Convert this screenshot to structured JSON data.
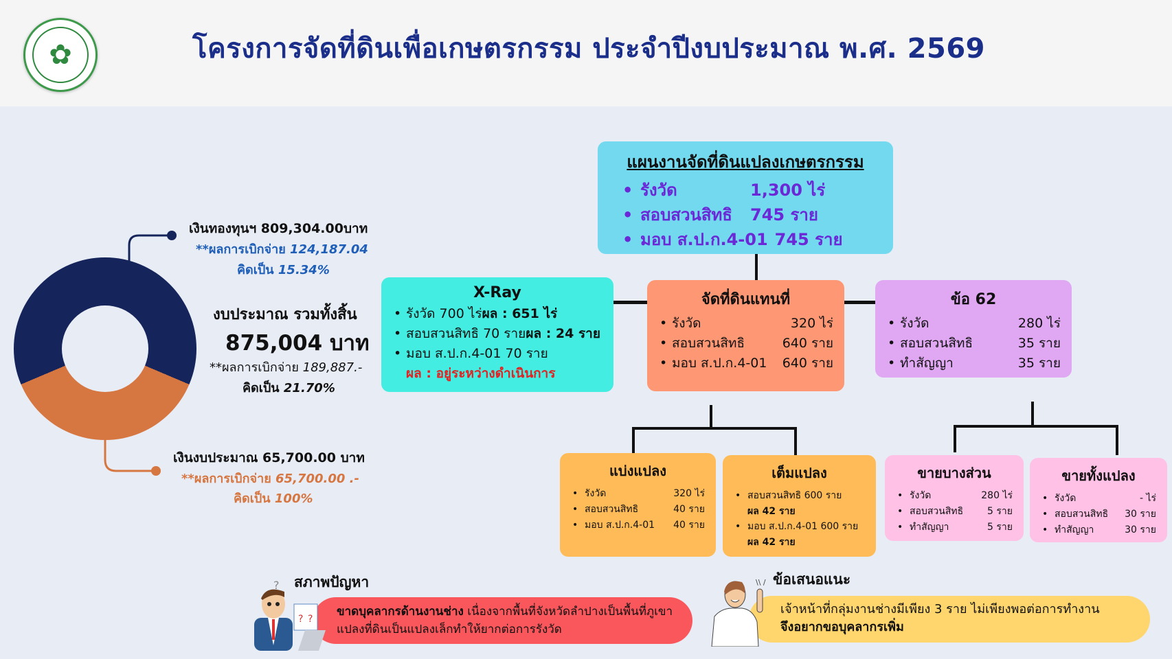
{
  "header": {
    "logo": "agricultural-land-reform-office-seal",
    "title": "โครงการจัดที่ดินเพื่อเกษตรกรรม ประจำปีงบประมาณ พ.ศ. 2569"
  },
  "budget": {
    "fund": {
      "label": "เงินทองทุนฯ 809,304.00บาท",
      "disbursed_label": "**ผลการเบิกจ่าย ",
      "disbursed_value": "124,187.04",
      "percent_label": "คิดเป็น ",
      "percent_value": "15.34%"
    },
    "total": {
      "label": "งบประมาณ รวมทั้งสิ้น",
      "value": "875,004 บาท",
      "disbursed_label": "**ผลการเบิกจ่าย ",
      "disbursed_value": "189,887.-",
      "percent_label": "คิดเป็น ",
      "percent_value": "21.70%"
    },
    "gov": {
      "label": "เงินงบประมาณ 65,700.00 บาท",
      "disbursed_label": "**ผลการเบิกจ่าย ",
      "disbursed_value": "65,700.00 .-",
      "percent_label": "คิดเป็น ",
      "percent_value": "100%"
    },
    "colors": {
      "fund": "#15245a",
      "gov": "#d67641"
    }
  },
  "chart_data": {
    "type": "pie",
    "title": "งบประมาณ รวมทั้งสิ้น 875,004 บาท",
    "categories": [
      "เงินทองทุนฯ",
      "เงินงบประมาณ"
    ],
    "values": [
      809304.0,
      65700.0
    ],
    "disbursed": [
      124187.04,
      65700.0
    ],
    "disbursed_percent": [
      15.34,
      100
    ],
    "total": 875004,
    "total_disbursed": 189887,
    "total_disbursed_percent": 21.7,
    "colors": [
      "#15245a",
      "#d67641"
    ]
  },
  "plan": {
    "title": "แผนงานจัดที่ดินแปลงเกษตรกรรม",
    "items": [
      {
        "label": "รังวัด",
        "value": "1,300 ไร่"
      },
      {
        "label": "สอบสวนสิทธิ",
        "value": "745 ราย"
      },
      {
        "label": "มอบ ส.ป.ก.4-01",
        "value": "745 ราย"
      }
    ]
  },
  "xray": {
    "title": "X-Ray",
    "items": [
      {
        "text": "รังวัด 700 ไร่ ",
        "result": "ผล : 651 ไร่"
      },
      {
        "text": "สอบสวนสิทธิ 70 ราย ",
        "result": "ผล : 24 ราย"
      },
      {
        "text": "มอบ ส.ป.ก.4-01 70 ราย",
        "result": ""
      }
    ],
    "status": "ผล : อยู่ระหว่างดำเนินการ"
  },
  "land": {
    "title": "จัดที่ดินแทนที่",
    "items": [
      {
        "label": "รังวัด",
        "value": "320 ไร่"
      },
      {
        "label": "สอบสวนสิทธิ",
        "value": "640 ราย"
      },
      {
        "label": "มอบ ส.ป.ก.4-01",
        "value": "640 ราย"
      }
    ]
  },
  "art62": {
    "title": "ข้อ 62",
    "items": [
      {
        "label": "รังวัด",
        "value": "280 ไร่"
      },
      {
        "label": "สอบสวนสิทธิ",
        "value": "35 ราย"
      },
      {
        "label": "ทำสัญญา",
        "value": "35 ราย"
      }
    ]
  },
  "split": {
    "title": "แบ่งแปลง",
    "items": [
      {
        "label": "รังวัด",
        "value": "320 ไร่"
      },
      {
        "label": "สอบสวนสิทธิ",
        "value": "40 ราย"
      },
      {
        "label": "มอบ ส.ป.ก.4-01",
        "value": "40 ราย"
      }
    ]
  },
  "full": {
    "title": "เต็มแปลง",
    "items": [
      {
        "label": "สอบสวนสิทธิ  600 ราย",
        "result": "ผล 42 ราย"
      },
      {
        "label": "มอบ ส.ป.ก.4-01  600 ราย",
        "result": "ผล 42 ราย"
      }
    ]
  },
  "partial": {
    "title": "ขายบางส่วน",
    "items": [
      {
        "label": "รังวัด",
        "value": "280 ไร่"
      },
      {
        "label": "สอบสวนสิทธิ",
        "value": "5 ราย"
      },
      {
        "label": "ทำสัญญา",
        "value": "5 ราย"
      }
    ]
  },
  "whole": {
    "title": "ขายทั้งแปลง",
    "items": [
      {
        "label": "รังวัด",
        "value": "-   ไร่"
      },
      {
        "label": "สอบสวนสิทธิ",
        "value": "30 ราย"
      },
      {
        "label": "ทำสัญญา",
        "value": "30 ราย"
      }
    ]
  },
  "problem": {
    "title": "สภาพปัญหา",
    "bold": "ขาดบุคลากรด้านงานช่าง",
    "text": " เนื่องจากพื้นที่จังหวัดลำปางเป็นพื้นที่ภูเขา แปลงที่ดินเป็นแปลงเล็กทำให้ยากต่อการรังวัด"
  },
  "suggestion": {
    "title": "ข้อเสนอแนะ",
    "text": "เจ้าหน้าที่กลุ่มงานช่างมีเพียง 3 ราย ไม่เพียงพอต่อการทำงาน",
    "bold": "จึงอยากขอบุคลากรเพิ่ม"
  }
}
